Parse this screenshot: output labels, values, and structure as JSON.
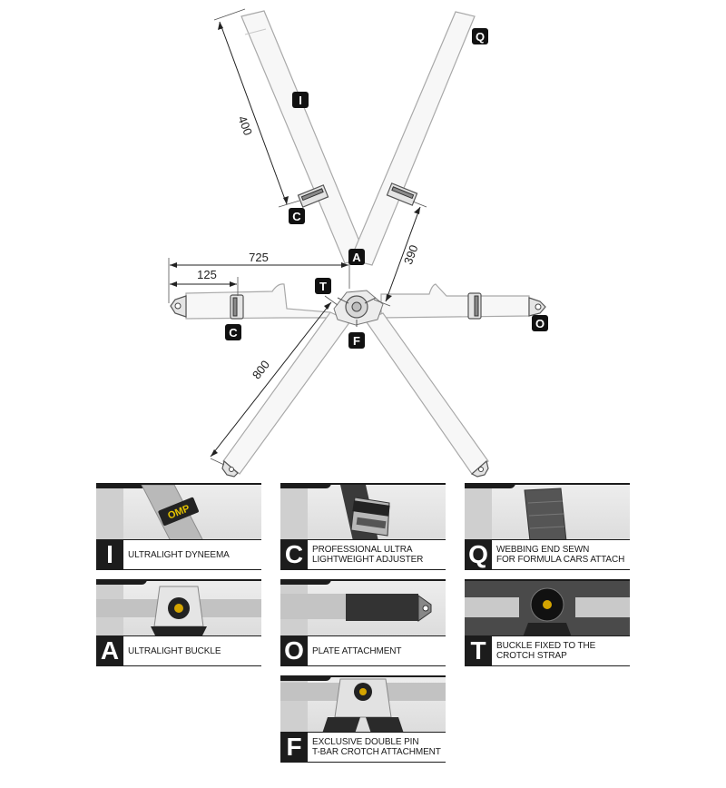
{
  "diagram": {
    "dimensions": {
      "d400": "400",
      "d725": "725",
      "d125": "125",
      "d390": "390",
      "d800": "800"
    },
    "tags": {
      "I": "I",
      "Q": "Q",
      "C_upper": "C",
      "A": "A",
      "T": "T",
      "C_lap": "C",
      "O": "O",
      "F": "F"
    },
    "colors": {
      "strap_fill": "#f7f7f7",
      "strap_outline": "#a9a9a9",
      "tag_bg": "#111111",
      "tag_text": "#ffffff"
    }
  },
  "features": [
    {
      "letter": "I",
      "line1": "ULTRALIGHT DYNEEMA",
      "line2": ""
    },
    {
      "letter": "C",
      "line1": "PROFESSIONAL ULTRA",
      "line2": "LIGHTWEIGHT ADJUSTER"
    },
    {
      "letter": "Q",
      "line1": "WEBBING END SEWN",
      "line2": "FOR FORMULA CARS ATTACH"
    },
    {
      "letter": "A",
      "line1": "ULTRALIGHT BUCKLE",
      "line2": ""
    },
    {
      "letter": "O",
      "line1": "PLATE ATTACHMENT",
      "line2": ""
    },
    {
      "letter": "T",
      "line1": "BUCKLE FIXED TO THE",
      "line2": "CROTCH STRAP"
    },
    {
      "letter": "F",
      "line1": "EXCLUSIVE DOUBLE PIN",
      "line2": "T-BAR CROTCH ATTACHMENT"
    }
  ],
  "logo_text": "OMP"
}
